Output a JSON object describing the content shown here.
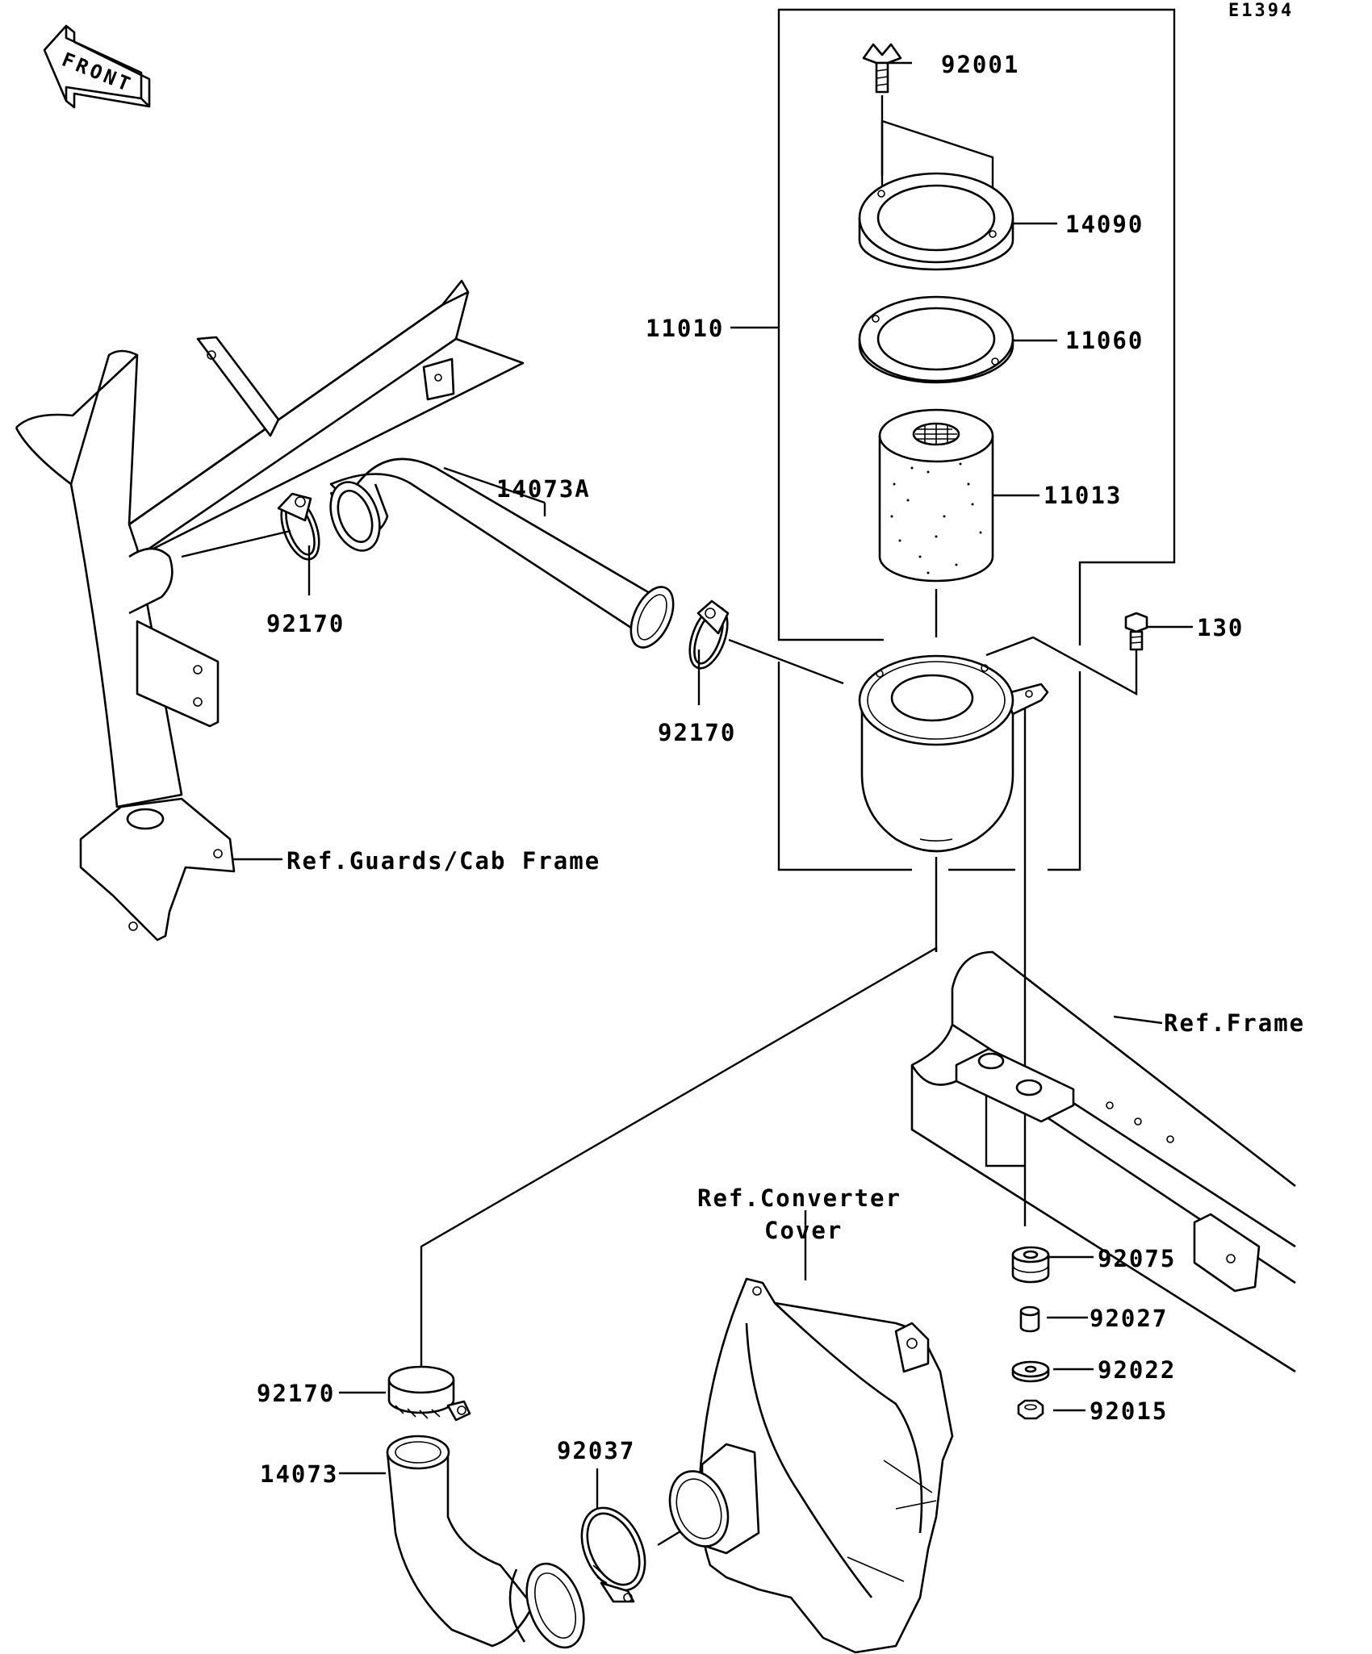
{
  "diagram": {
    "code": "E1394",
    "front_label": "FRONT",
    "parts": {
      "p92001": "92001",
      "p14090": "14090",
      "p11010": "11010",
      "p11060": "11060",
      "p11013": "11013",
      "p14073a": "14073A",
      "p92170_a": "92170",
      "p92170_b": "92170",
      "p92170_c": "92170",
      "p130": "130",
      "p92075": "92075",
      "p92027": "92027",
      "p92022": "92022",
      "p92015": "92015",
      "p92037": "92037",
      "p14073": "14073"
    },
    "references": {
      "guards_cab_frame": "Ref.Guards/Cab Frame",
      "frame": "Ref.Frame",
      "converter_cover_line1": "Ref.Converter",
      "converter_cover_line2": "Cover"
    }
  }
}
